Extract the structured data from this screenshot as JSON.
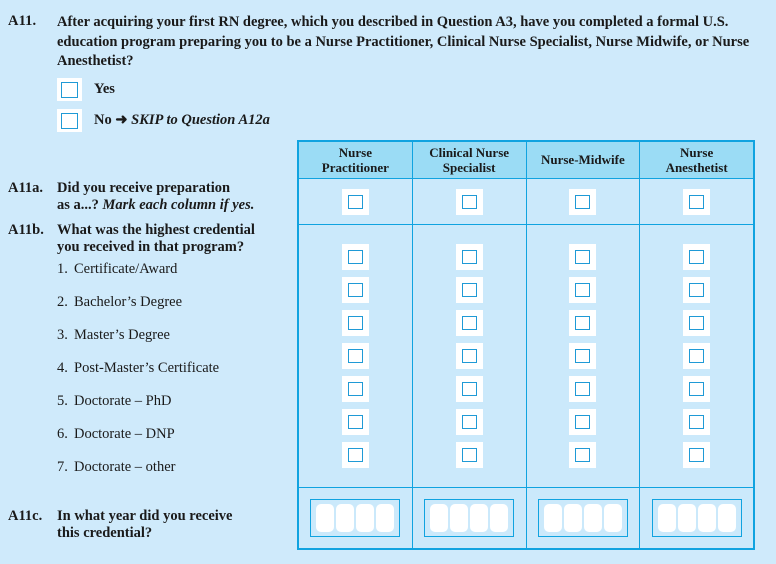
{
  "colors": {
    "page_background": "#cfeafb",
    "cell_background": "#cbe9fb",
    "header_background": "#9bdcf5",
    "border": "#10a3e0",
    "checkbox_outline": "#1f9ad6",
    "text": "#1a1a1a"
  },
  "question": {
    "number": "A11.",
    "text": "After acquiring your first RN degree, which you described in Question A3, have you completed a formal U.S. education program preparing you to be a Nurse Practitioner, Clinical Nurse Specialist, Nurse Midwife, or Nurse Anesthetist?",
    "options": [
      {
        "label": "Yes",
        "skip": "",
        "arrow": ""
      },
      {
        "label": "No",
        "arrow": "➜",
        "skip": "SKIP to Question A12a"
      }
    ]
  },
  "matrix": {
    "columns": [
      "Nurse Practitioner",
      "Clinical Nurse Specialist",
      "Nurse-Midwife",
      "Nurse Anesthetist"
    ],
    "column_lines": [
      [
        "Nurse",
        "Practitioner"
      ],
      [
        "Clinical Nurse",
        "Specialist"
      ],
      [
        "Nurse-Midwife",
        ""
      ],
      [
        "Nurse",
        "Anesthetist"
      ]
    ]
  },
  "subquestions": {
    "a11a": {
      "number": "A11a.",
      "line1": "Did you receive preparation",
      "line2_bold": "as a...? ",
      "line2_italic": "Mark each column if yes."
    },
    "a11b": {
      "number": "A11b.",
      "line1": "What was the highest credential",
      "line2": "you received in that program?",
      "items": [
        {
          "num": "1.",
          "label": "Certificate/Award"
        },
        {
          "num": "2.",
          "label": "Bachelor’s Degree"
        },
        {
          "num": "3.",
          "label": "Master’s Degree"
        },
        {
          "num": "4.",
          "label": "Post-Master’s Certificate"
        },
        {
          "num": "5.",
          "label": "Doctorate – PhD"
        },
        {
          "num": "6.",
          "label": "Doctorate – DNP"
        },
        {
          "num": "7.",
          "label": "Doctorate – other"
        }
      ]
    },
    "a11c": {
      "number": "A11c.",
      "line1": "In what year did you receive",
      "line2": "this credential?",
      "year_digits": 4,
      "values": [
        "",
        "",
        "",
        ""
      ]
    }
  }
}
